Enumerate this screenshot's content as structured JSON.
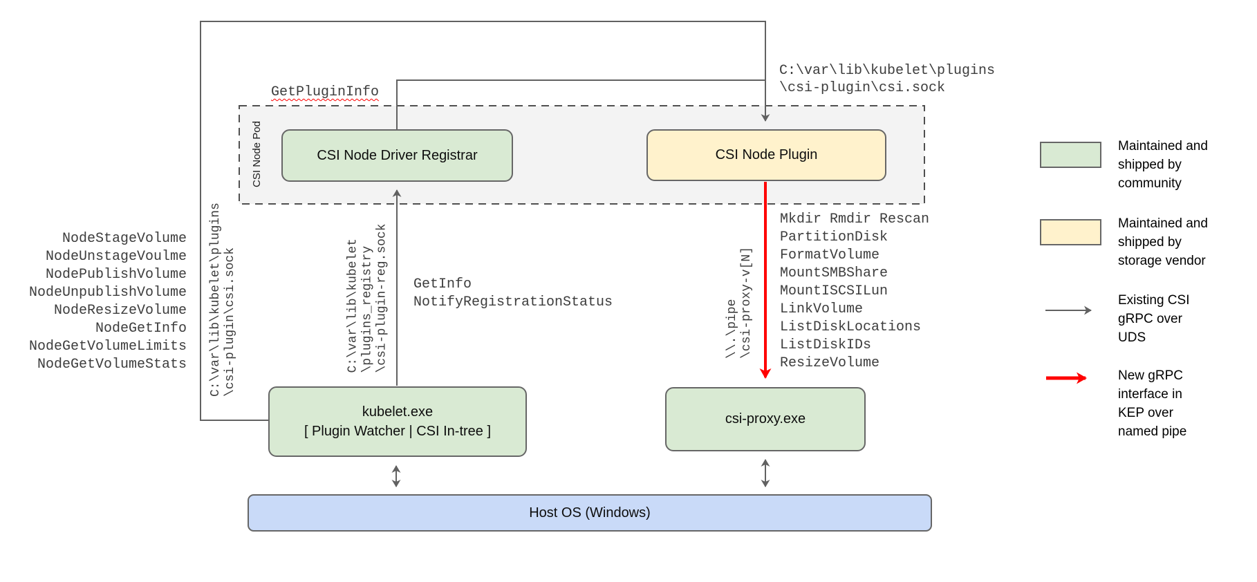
{
  "diagram": {
    "pod_label": "CSI Node Pod",
    "nodes": {
      "registrar": {
        "label": "CSI Node Driver Registrar"
      },
      "plugin": {
        "label": "CSI Node Plugin"
      },
      "kubelet": {
        "line1": "kubelet.exe",
        "line2": "[ Plugin Watcher | CSI In-tree ]"
      },
      "csi_proxy": {
        "label": "csi-proxy.exe"
      },
      "host_os": {
        "label": "Host OS (Windows)"
      }
    },
    "labels": {
      "get_plugin_info": "GetPluginInfo",
      "csi_sock_path_top": [
        "C:\\var\\lib\\kubelet\\plugins",
        "\\csi-plugin\\csi.sock"
      ],
      "csi_sock_path_vertical": [
        "C:\\var\\lib\\kubelet\\plugins",
        "\\csi-plugin\\csi.sock"
      ],
      "registration_sock_path": [
        "C:\\var\\lib\\kubelet",
        "\\plugins_registry",
        "\\csi-plugin-reg.sock"
      ],
      "named_pipe_path": [
        "\\\\.\\pipe",
        "\\csi-proxy-v[N]"
      ],
      "registration_calls": [
        "GetInfo",
        "NotifyRegistrationStatus"
      ],
      "kubelet_csi_calls": [
        "NodeStageVolume",
        "NodeUnstageVoulme",
        "NodePublishVolume",
        "NodeUnpublishVolume",
        "NodeResizeVolume",
        "NodeGetInfo",
        "NodeGetVolumeLimits",
        "NodeGetVolumeStats"
      ],
      "csi_proxy_calls": [
        "Mkdir Rmdir Rescan",
        "PartitionDisk",
        "FormatVolume",
        "MountSMBShare",
        "MountISCSILun",
        "LinkVolume",
        "ListDiskLocations",
        "ListDiskIDs",
        "ResizeVolume"
      ]
    },
    "legend": {
      "community": {
        "text": [
          "Maintained and",
          "shipped by",
          "community"
        ]
      },
      "vendor": {
        "text": [
          "Maintained and",
          "shipped by",
          "storage vendor"
        ]
      },
      "uds": {
        "text": [
          "Existing CSI",
          "gRPC over",
          "UDS"
        ]
      },
      "named_pipe": {
        "text": [
          "New gRPC",
          "interface in",
          "KEP over",
          "named pipe"
        ]
      }
    },
    "colors": {
      "community_green": "#d9ead3",
      "vendor_yellow": "#fff2cc",
      "host_blue": "#c9daf8",
      "pod_gray": "#f3f3f3",
      "box_border": "#666666",
      "connector_gray": "#616161",
      "new_interface_red": "#ff0000"
    }
  }
}
